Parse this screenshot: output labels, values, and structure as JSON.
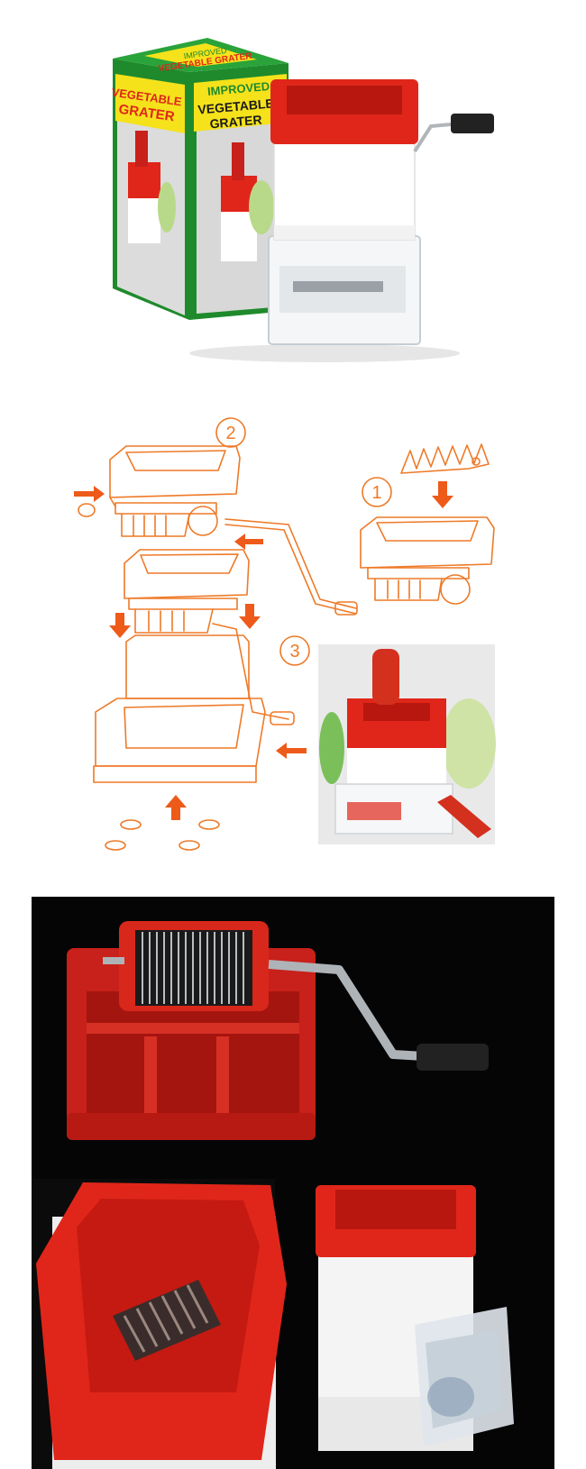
{
  "box": {
    "flap_small": "IMPROVED",
    "flap_banner": "VEGETABLE GRATER",
    "side_line1": "VEGETABLE",
    "side_line2": "GRATER",
    "front_top": "IMPROVED",
    "front_line1": "VEGETABLE",
    "front_line2": "GRATER"
  },
  "steps": [
    "1",
    "2",
    "3"
  ],
  "colors": {
    "red": "#e0261a",
    "orange": "#ee7a28",
    "green": "#1f8a2c",
    "yellow": "#f5e21b"
  }
}
